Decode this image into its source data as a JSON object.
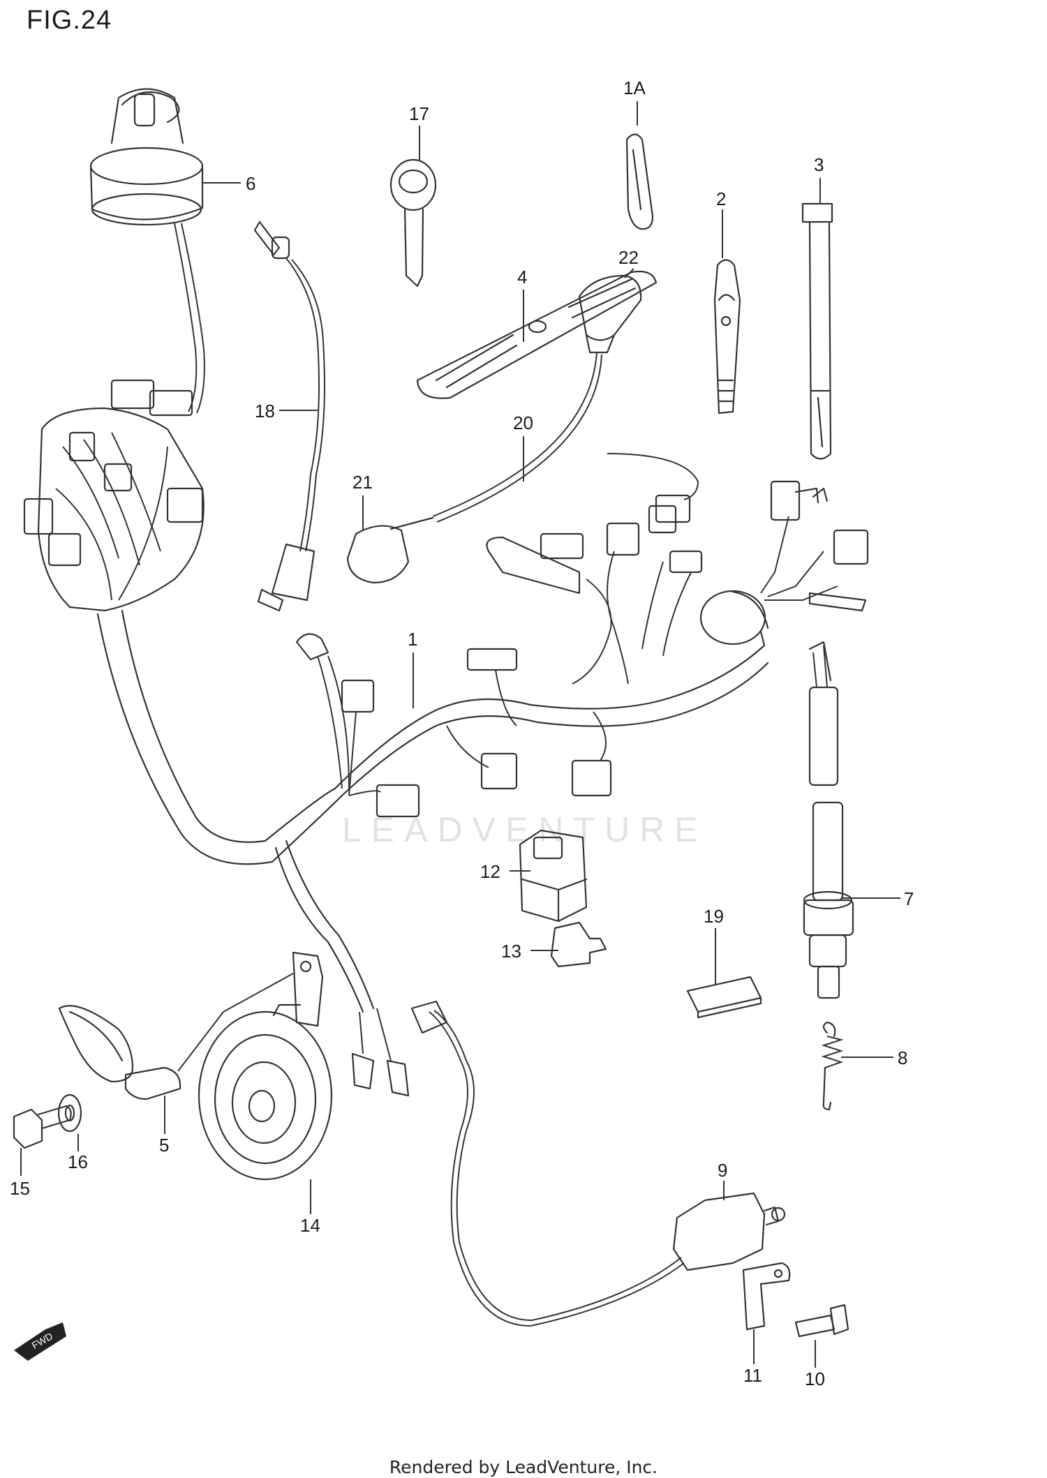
{
  "figure_title": "FIG.24",
  "watermark": "LEADVENTURE",
  "footer": "Rendered by LeadVenture, Inc.",
  "fwd_badge": "FWD",
  "callouts": [
    {
      "id": "c1A",
      "text": "1A"
    },
    {
      "id": "c17",
      "text": "17"
    },
    {
      "id": "c3",
      "text": "3"
    },
    {
      "id": "c2",
      "text": "2"
    },
    {
      "id": "c6",
      "text": "6"
    },
    {
      "id": "c4",
      "text": "4"
    },
    {
      "id": "c22",
      "text": "22"
    },
    {
      "id": "c18",
      "text": "18"
    },
    {
      "id": "c20",
      "text": "20"
    },
    {
      "id": "c21",
      "text": "21"
    },
    {
      "id": "c1",
      "text": "1"
    },
    {
      "id": "c12",
      "text": "12"
    },
    {
      "id": "c7",
      "text": "7"
    },
    {
      "id": "c19",
      "text": "19"
    },
    {
      "id": "c13",
      "text": "13"
    },
    {
      "id": "c8",
      "text": "8"
    },
    {
      "id": "c5",
      "text": "5"
    },
    {
      "id": "c15",
      "text": "15"
    },
    {
      "id": "c16",
      "text": "16"
    },
    {
      "id": "c14",
      "text": "14"
    },
    {
      "id": "c9",
      "text": "9"
    },
    {
      "id": "c11",
      "text": "11"
    },
    {
      "id": "c10",
      "text": "10"
    }
  ]
}
